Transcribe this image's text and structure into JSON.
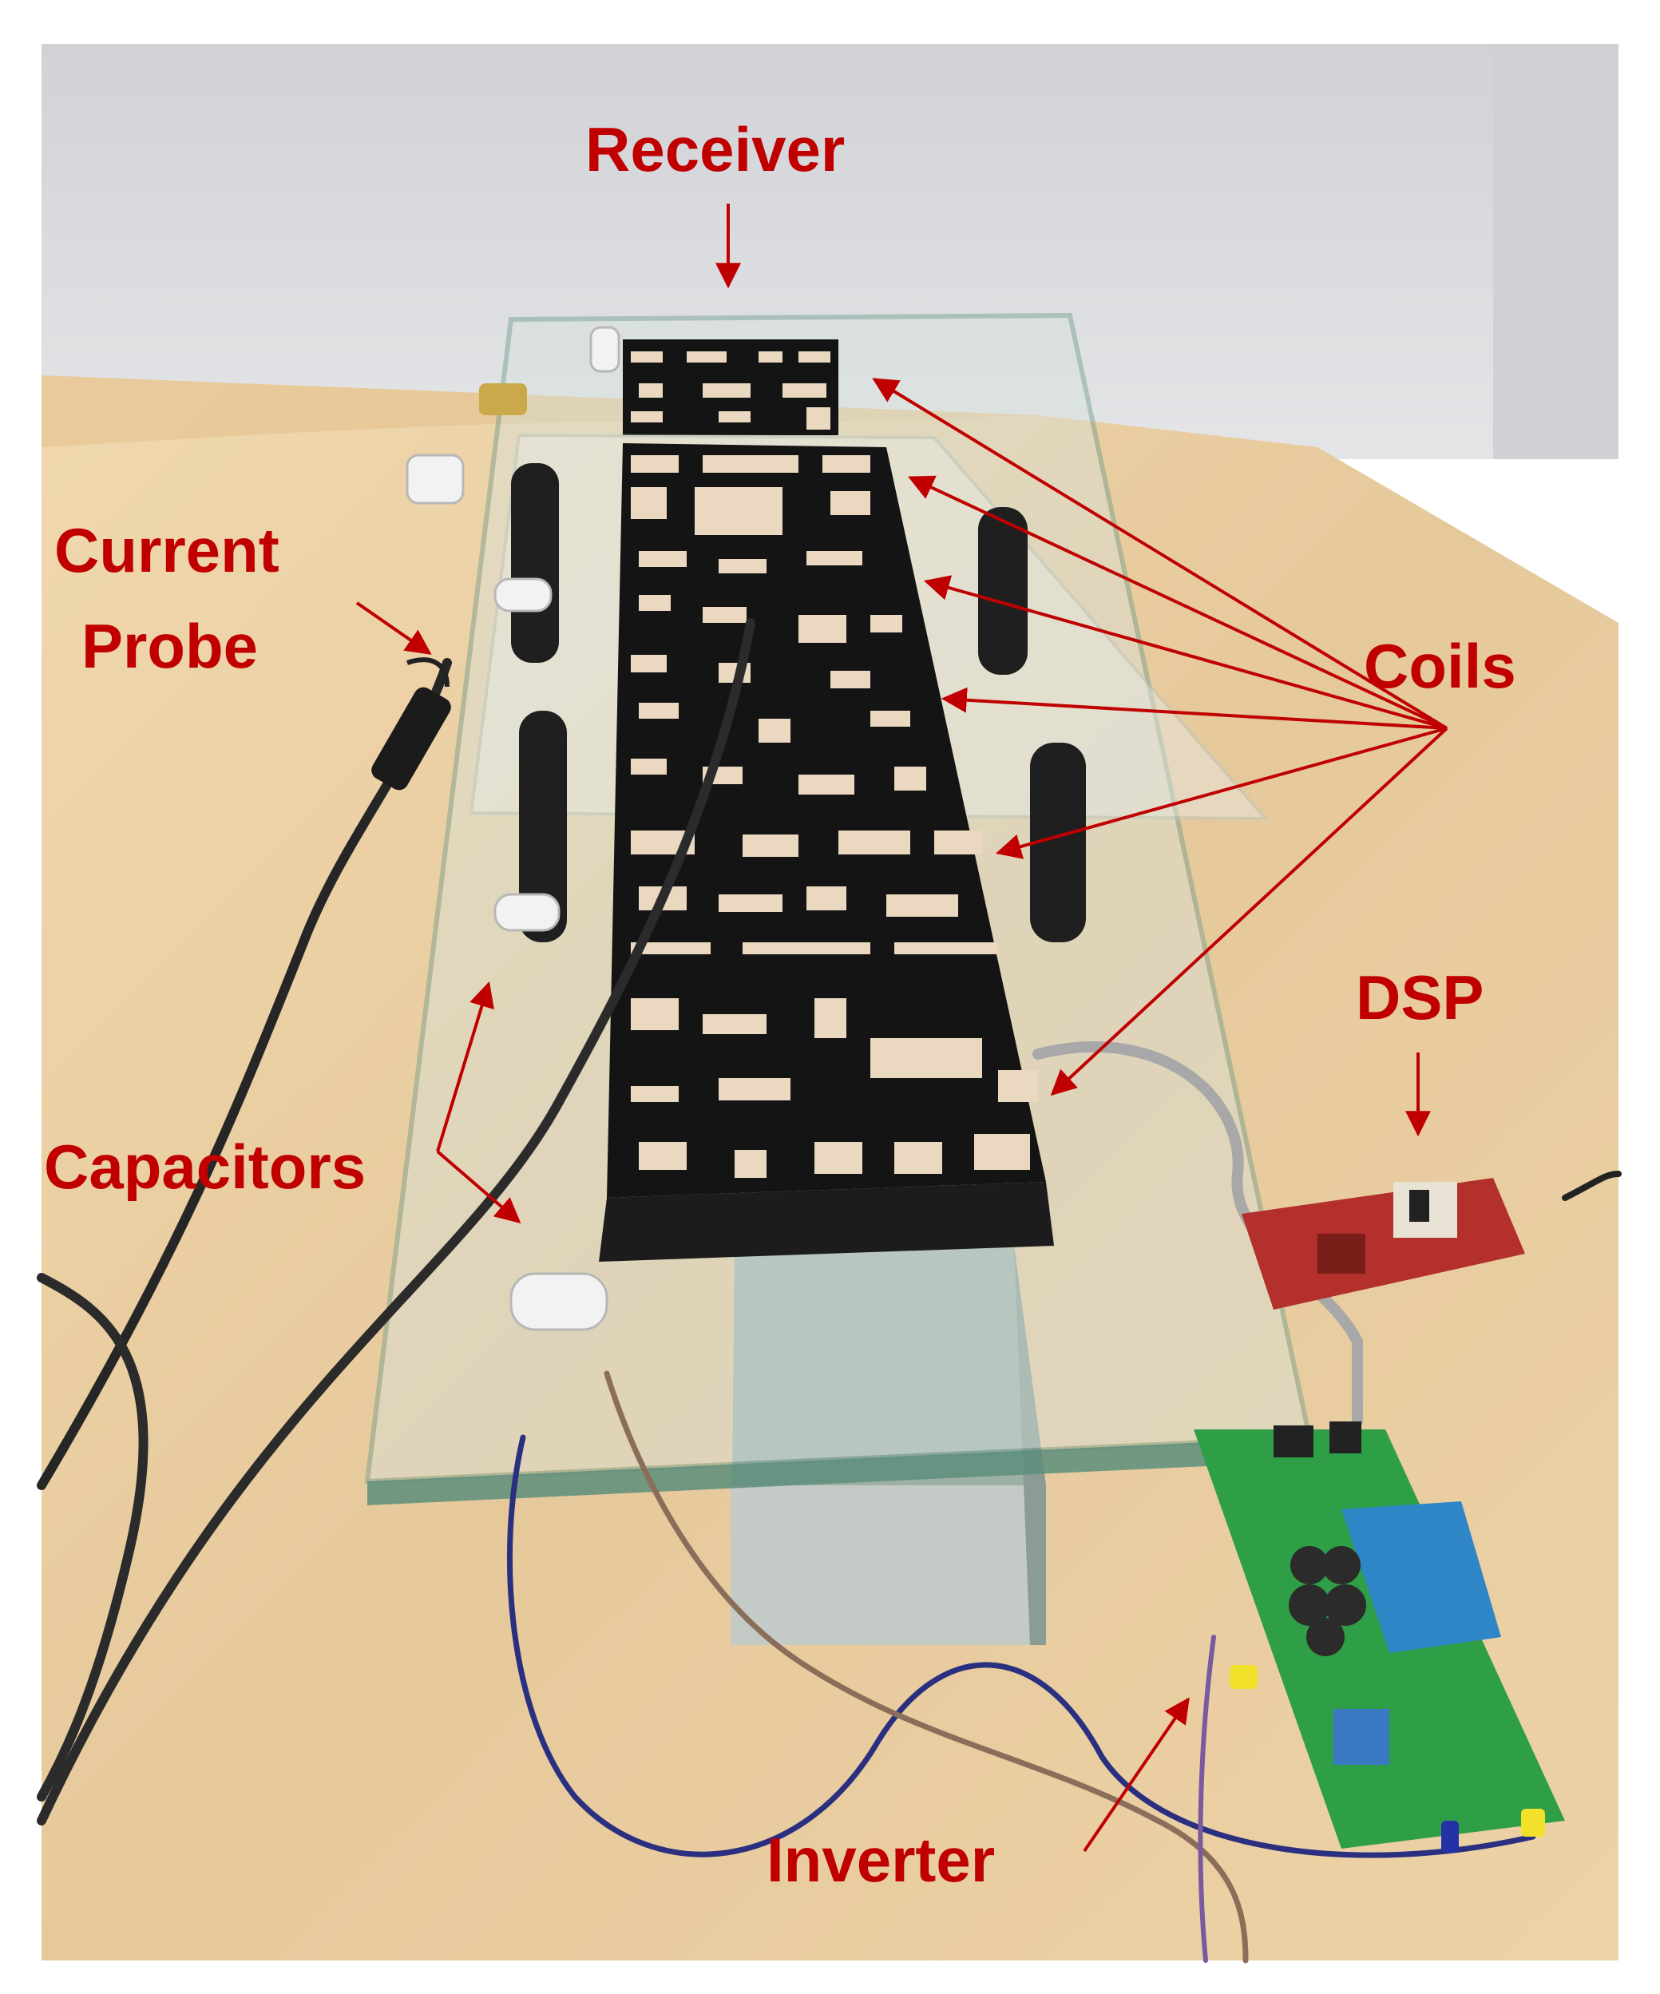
{
  "labels": {
    "receiver": "Receiver",
    "current_probe_line1": "Current",
    "current_probe_line2": "Probe",
    "coils": "Coils",
    "dsp": "DSP",
    "capacitors": "Capacitors",
    "inverter": "Inverter"
  },
  "colors": {
    "label": "#c00000",
    "arrow": "#c00000",
    "wall": "#dadbdd",
    "floor": "#e9cfa5",
    "glass_edge": "#6f9c8c",
    "coil_light": "#ead8c0",
    "coil_dark": "#141414",
    "pcb_green": "#2e9e47",
    "dsp_red": "#b3302c",
    "foam_block": "#9fb2a8",
    "heatsink": "#2f86c7"
  }
}
